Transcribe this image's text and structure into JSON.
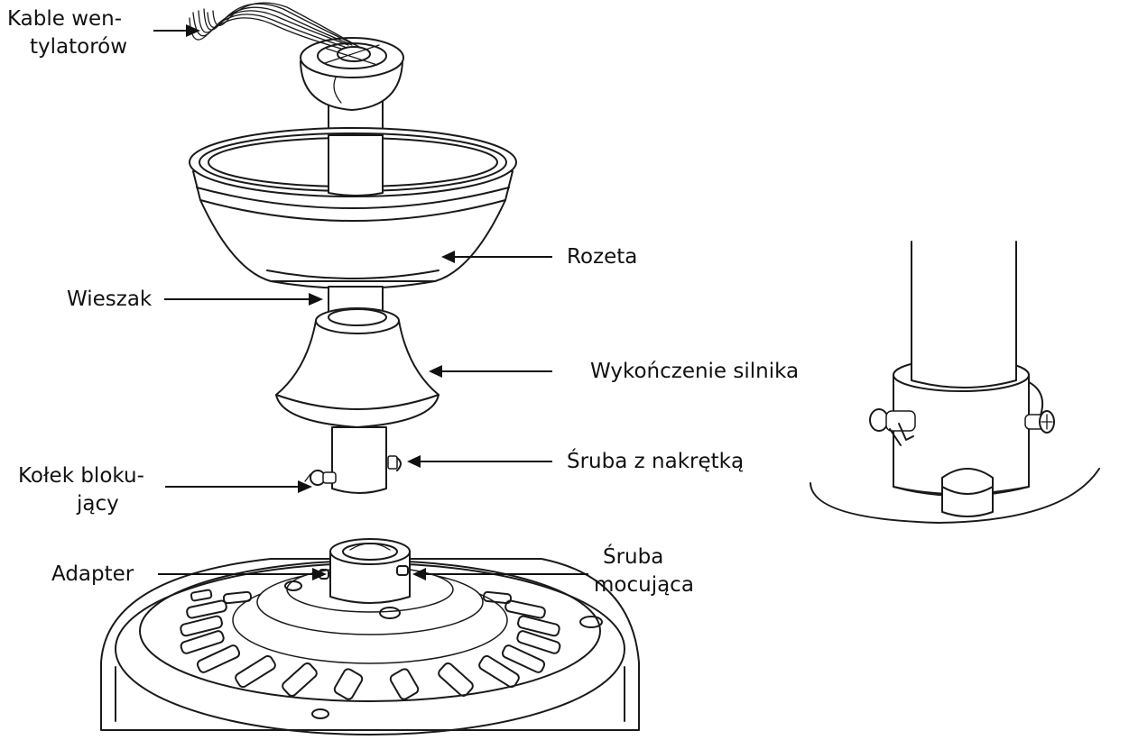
{
  "labels": {
    "fan_wires": [
      "Kable wen-",
      "tylatorów"
    ],
    "canopy": "Rozeta",
    "hanger": "Wieszak",
    "motor_cover": "Wykończenie silnika",
    "bolt_nut": "Śruba z nakrętką",
    "locking_pin": [
      "Kołek bloku-",
      "jący"
    ],
    "adapter": "Adapter",
    "mounting_screw": [
      "Śruba",
      "mocująca"
    ]
  },
  "colors": {
    "line": "#1a1a1a",
    "text": "#111111",
    "background": "#ffffff"
  }
}
